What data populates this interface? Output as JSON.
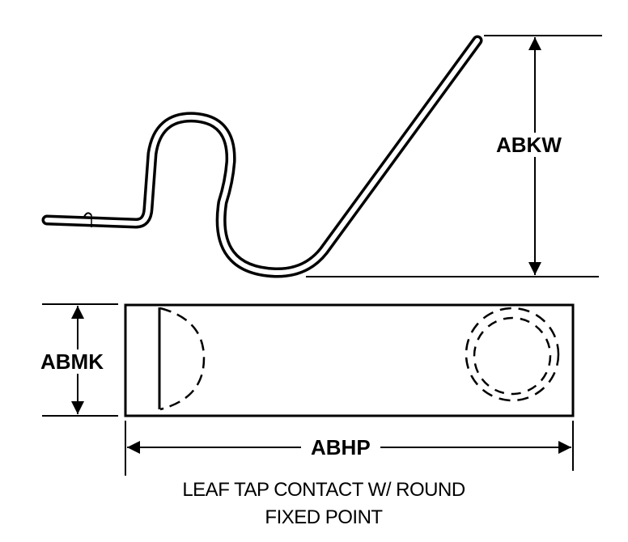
{
  "title": "LEAF TAP CONTACT W/ ROUND FIXED POINT",
  "caption_lines": [
    "LEAF TAP CONTACT W/ ROUND",
    "FIXED POINT"
  ],
  "dimensions": {
    "height_side": "ABKW",
    "height_top": "ABMK",
    "length": "ABHP"
  }
}
